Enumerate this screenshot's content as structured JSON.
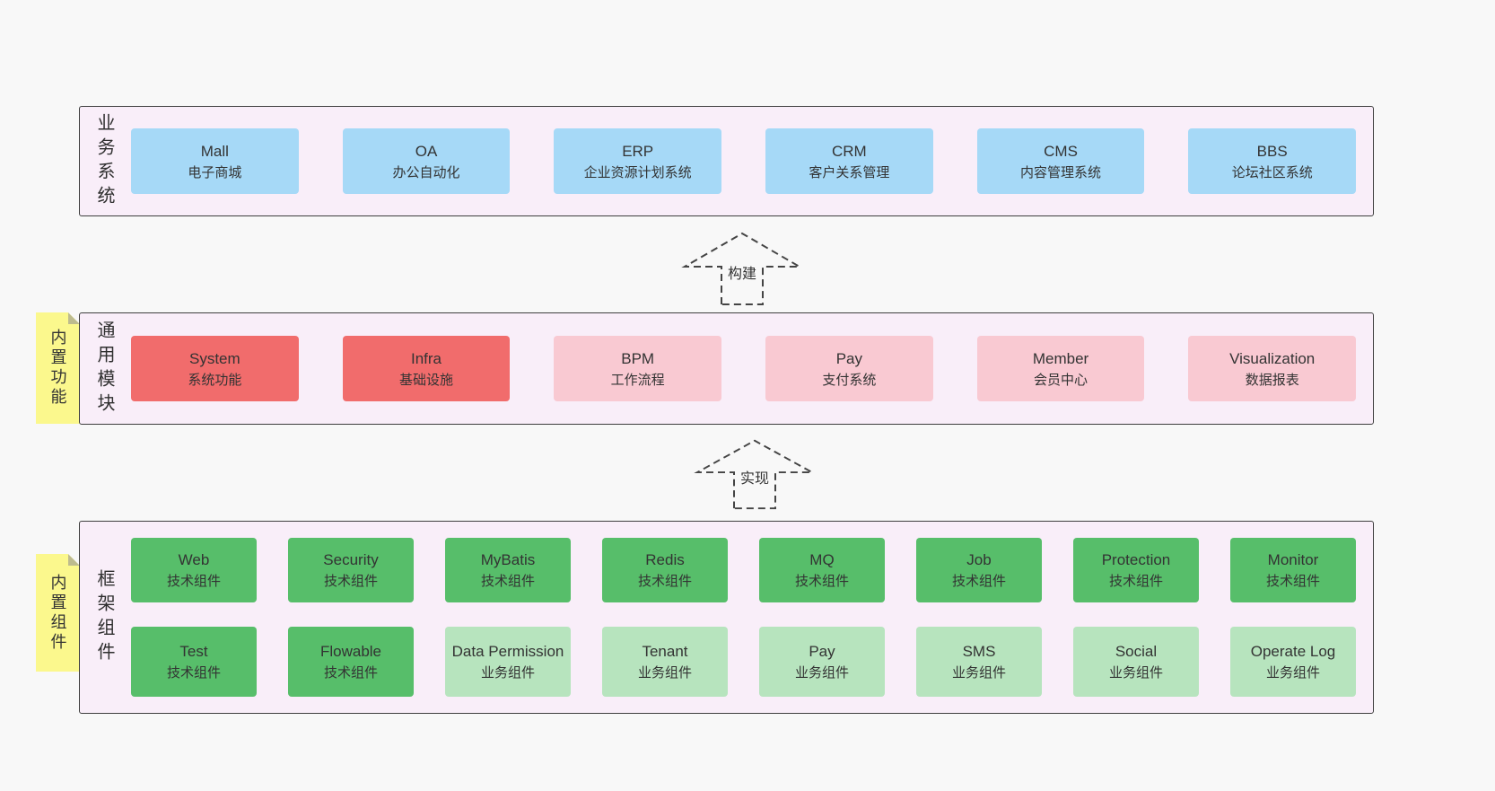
{
  "business": {
    "side_label": "业务系统",
    "boxes": [
      {
        "title": "Mall",
        "subtitle": "电子商城"
      },
      {
        "title": "OA",
        "subtitle": "办公自动化"
      },
      {
        "title": "ERP",
        "subtitle": "企业资源计划系统"
      },
      {
        "title": "CRM",
        "subtitle": "客户关系管理"
      },
      {
        "title": "CMS",
        "subtitle": "内容管理系统"
      },
      {
        "title": "BBS",
        "subtitle": "论坛社区系统"
      }
    ]
  },
  "arrows": {
    "build": "构建",
    "implement": "实现"
  },
  "modules": {
    "side_label": "通用模块",
    "sticky_label": "内置功能",
    "boxes": [
      {
        "title": "System",
        "subtitle": "系统功能",
        "variant": "red"
      },
      {
        "title": "Infra",
        "subtitle": "基础设施",
        "variant": "red"
      },
      {
        "title": "BPM",
        "subtitle": "工作流程",
        "variant": "pink"
      },
      {
        "title": "Pay",
        "subtitle": "支付系统",
        "variant": "pink"
      },
      {
        "title": "Member",
        "subtitle": "会员中心",
        "variant": "pink"
      },
      {
        "title": "Visualization",
        "subtitle": "数据报表",
        "variant": "pink"
      }
    ]
  },
  "framework": {
    "side_label": "框架组件",
    "sticky_label": "内置组件",
    "row1": [
      {
        "title": "Web",
        "subtitle": "技术组件",
        "variant": "green"
      },
      {
        "title": "Security",
        "subtitle": "技术组件",
        "variant": "green"
      },
      {
        "title": "MyBatis",
        "subtitle": "技术组件",
        "variant": "green"
      },
      {
        "title": "Redis",
        "subtitle": "技术组件",
        "variant": "green"
      },
      {
        "title": "MQ",
        "subtitle": "技术组件",
        "variant": "green"
      },
      {
        "title": "Job",
        "subtitle": "技术组件",
        "variant": "green"
      },
      {
        "title": "Protection",
        "subtitle": "技术组件",
        "variant": "green"
      },
      {
        "title": "Monitor",
        "subtitle": "技术组件",
        "variant": "green"
      }
    ],
    "row2": [
      {
        "title": "Test",
        "subtitle": "技术组件",
        "variant": "green"
      },
      {
        "title": "Flowable",
        "subtitle": "技术组件",
        "variant": "green"
      },
      {
        "title": "Data Permission",
        "subtitle": "业务组件",
        "variant": "lightgreen"
      },
      {
        "title": "Tenant",
        "subtitle": "业务组件",
        "variant": "lightgreen"
      },
      {
        "title": "Pay",
        "subtitle": "业务组件",
        "variant": "lightgreen"
      },
      {
        "title": "SMS",
        "subtitle": "业务组件",
        "variant": "lightgreen"
      },
      {
        "title": "Social",
        "subtitle": "业务组件",
        "variant": "lightgreen"
      },
      {
        "title": "Operate Log",
        "subtitle": "业务组件",
        "variant": "lightgreen"
      }
    ]
  },
  "colors": {
    "blue_box": "#a6d9f7",
    "red_box": "#f16c6c",
    "pink_box": "#f9c9d2",
    "green_box": "#57be6a",
    "light_green_box": "#b7e4be",
    "panel_background": "#f9eef9",
    "panel_border": "#3f3f3f",
    "sticky_note": "#fbf88d",
    "page_background": "#f8f8f8"
  }
}
